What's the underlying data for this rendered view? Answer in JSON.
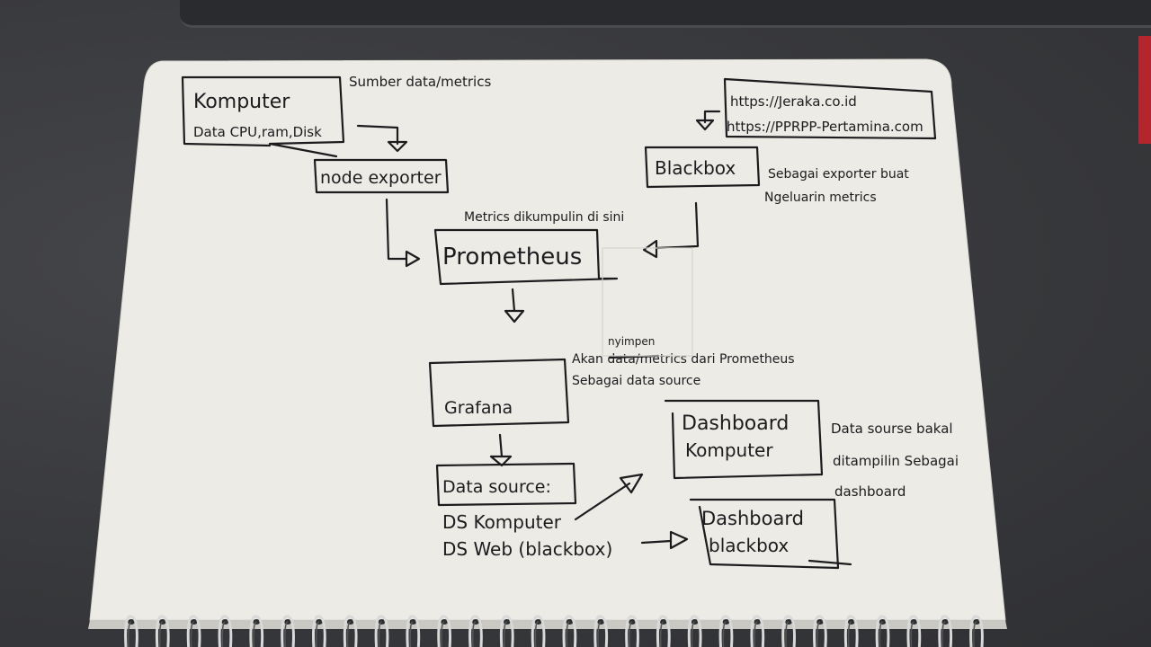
{
  "diagram": {
    "nodes": {
      "komputer": {
        "title": "Komputer",
        "detail": "Data CPU,ram,Disk"
      },
      "node_exporter": {
        "label": "node exporter"
      },
      "blackbox": {
        "label": "Blackbox"
      },
      "prometheus": {
        "label": "Prometheus"
      },
      "grafana": {
        "label": "Grafana"
      },
      "data_source": {
        "label": "Data source:"
      },
      "dashboard_komputer": {
        "line1": "Dashboard",
        "line2": "Komputer"
      },
      "dashboard_blackbox": {
        "line1": "Dashboard",
        "line2": "blackbox"
      },
      "urls": {
        "url1": "https://Jeraka.co.id",
        "url2": "https://PPRPP-Pertamina.com"
      }
    },
    "list": {
      "ds_komputer": "DS Komputer",
      "ds_web": "DS Web (blackbox)"
    },
    "annotations": {
      "sumber": "Sumber data/metrics",
      "blackbox_note_1": "Sebagai exporter buat",
      "blackbox_note_2": "Ngeluarin metrics",
      "metrics_note": "Metrics dikumpulin di sini",
      "grafana_note_top": "nyimpen",
      "grafana_note_1": "Akan          data/metrics dari Prometheus",
      "grafana_note_2": "Sebagai data source",
      "dashboard_note_1": "Data sourse bakal",
      "dashboard_note_2": "ditampilin Sebagai",
      "dashboard_note_3": "dashboard"
    }
  }
}
